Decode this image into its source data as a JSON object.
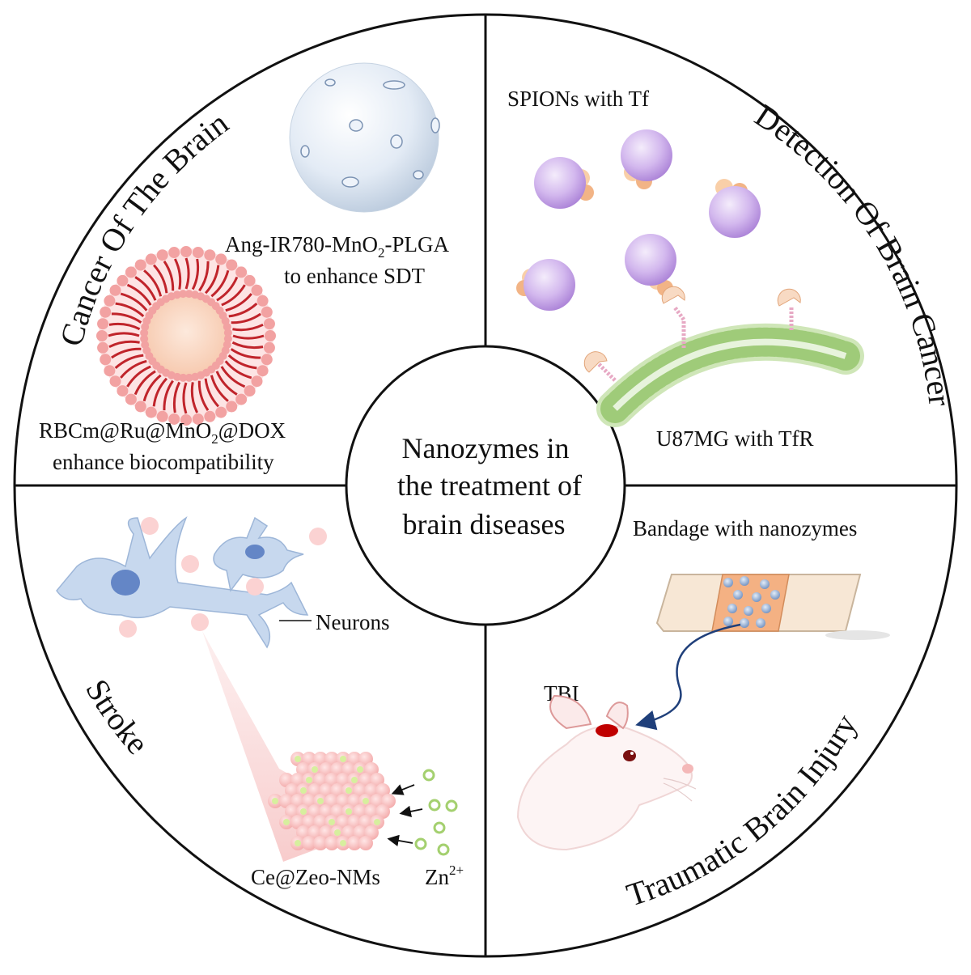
{
  "center": {
    "line1": "Nanozymes in",
    "line2": "the treatment of",
    "line3": "brain diseases"
  },
  "quadrants": {
    "top_left": {
      "title": "Cancer Of The Brain",
      "label_a_part1": "Ang-IR780-MnO",
      "label_a_sub": "2",
      "label_a_part2": "-PLGA",
      "label_a_line2": "to enhance SDT",
      "label_b_part1": "RBCm@Ru@MnO",
      "label_b_sub": "2",
      "label_b_part2": "@DOX",
      "label_b_line2": "enhance biocompatibility"
    },
    "top_right": {
      "title": "Detection Of Brain Cancer",
      "label_top": "SPIONs with Tf",
      "label_bottom": "U87MG with TfR"
    },
    "bottom_left": {
      "title": "Stroke",
      "label_neurons": "Neurons",
      "label_nm": "Ce@Zeo-NMs",
      "label_zn": "Zn",
      "label_zn_sup": "2+"
    },
    "bottom_right": {
      "title": "Traumatic Brain Injury",
      "label_bandage": "Bandage with nanozymes",
      "label_tbi": "TBI"
    }
  },
  "colors": {
    "outline": "#111111",
    "sphere": "#dbe6f2",
    "micelle_red": "#c0242b",
    "spion_purple": "#c9a8e6",
    "membrane_green": "#a9cf86",
    "neuron_blue": "#bcd0ea",
    "beam_pink": "#f8d7d7",
    "bandage_orange": "#f4b183",
    "injury_red": "#c00000",
    "arrow_blue": "#1f3f7a"
  },
  "icons": [
    "nanosphere-icon",
    "micelle-icon",
    "spion-icon",
    "cell-membrane-icon",
    "neuron-icon",
    "nanomaterial-cluster-icon",
    "bandage-icon",
    "mouse-head-icon"
  ]
}
